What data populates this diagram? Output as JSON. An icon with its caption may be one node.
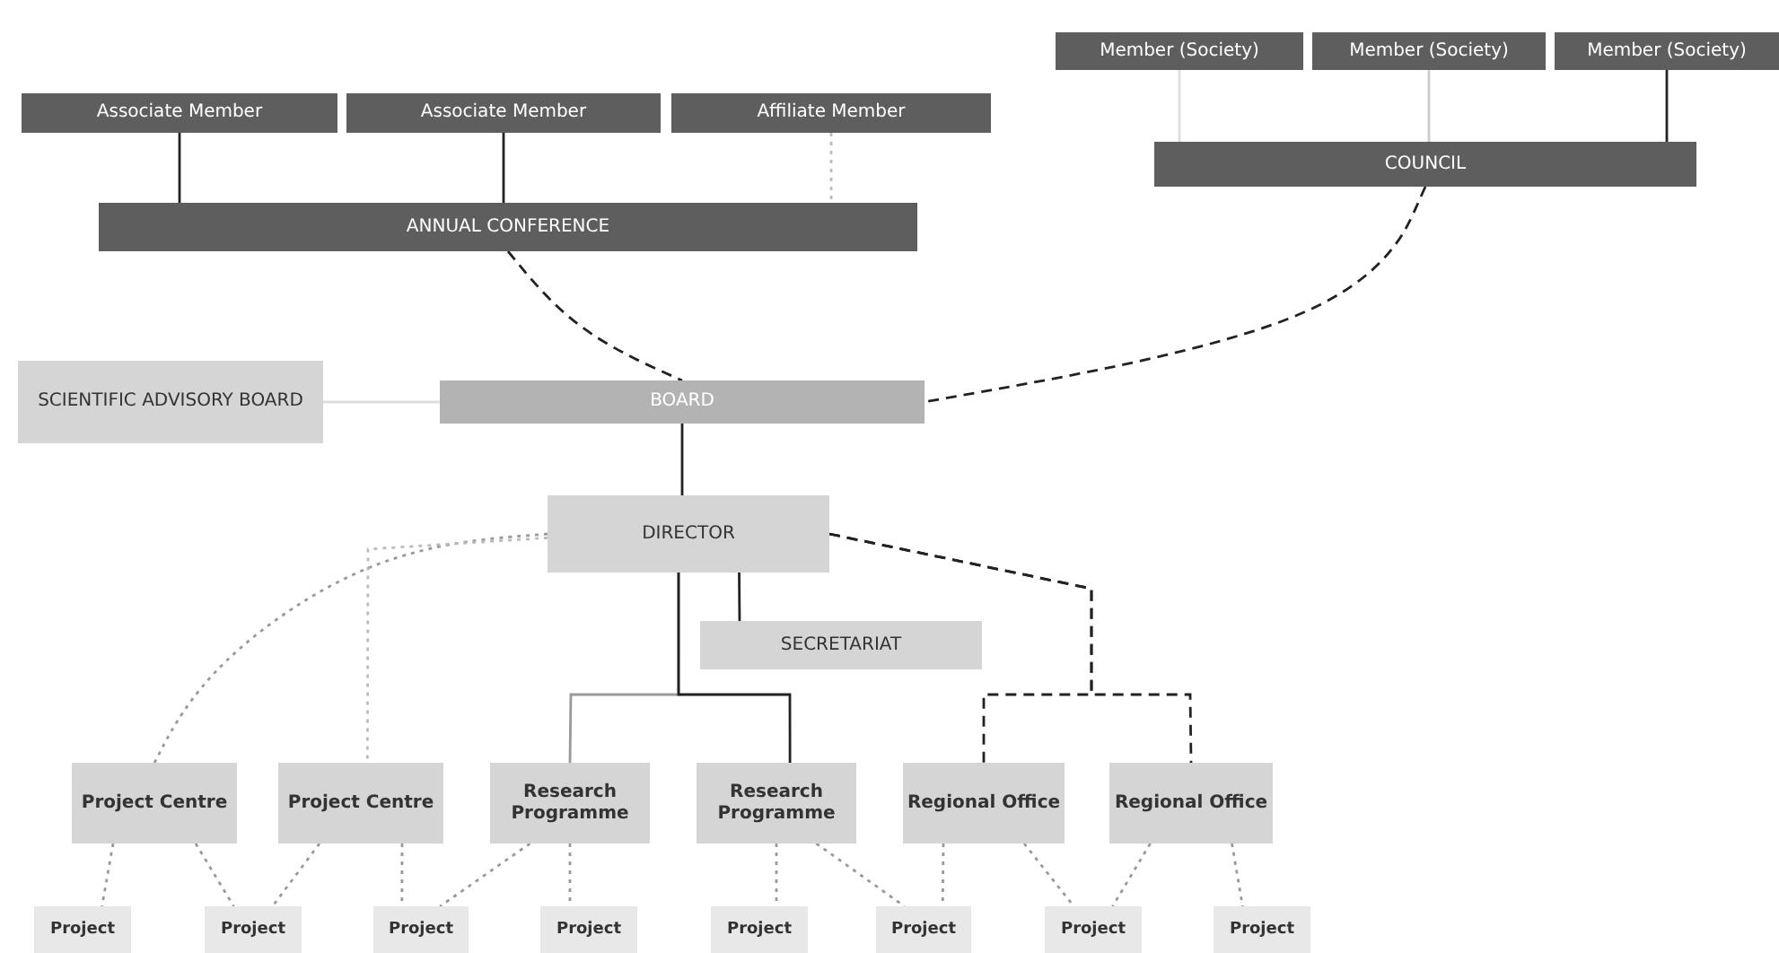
{
  "diagram": {
    "nodes": [
      {
        "text": [
          "Associate Member"
        ]
      },
      {
        "text": [
          "Associate Member"
        ]
      },
      {
        "text": [
          "Affiliate Member"
        ]
      },
      {
        "text": [
          "Member (Society)"
        ]
      },
      {
        "text": [
          "Member (Society)"
        ]
      },
      {
        "text": [
          "Member (Society)"
        ]
      },
      {
        "text": [
          "ANNUAL CONFERENCE"
        ]
      },
      {
        "text": [
          "COUNCIL"
        ]
      },
      {
        "text": [
          "SCIENTIFIC ADVISORY BOARD"
        ]
      },
      {
        "text": [
          "BOARD"
        ]
      },
      {
        "text": [
          "DIRECTOR"
        ]
      },
      {
        "text": [
          "SECRETARIAT"
        ]
      },
      {
        "text": [
          "Project Centre"
        ]
      },
      {
        "text": [
          "Project Centre"
        ]
      },
      {
        "text": [
          "Research Programme"
        ]
      },
      {
        "text": [
          "Research Programme"
        ]
      },
      {
        "text": [
          "Regional Office"
        ]
      },
      {
        "text": [
          "Regional Office"
        ]
      },
      {
        "text": [
          "Project"
        ]
      },
      {
        "text": [
          "Project"
        ]
      },
      {
        "text": [
          "Project"
        ]
      },
      {
        "text": [
          "Project"
        ]
      },
      {
        "text": [
          "Project"
        ]
      },
      {
        "text": [
          "Project"
        ]
      },
      {
        "text": [
          "Project"
        ]
      },
      {
        "text": [
          "Project"
        ]
      }
    ],
    "edges": [
      {
        "from": 0,
        "to": 6,
        "arrow": "none",
        "color": "#222222"
      },
      {
        "from": 1,
        "to": 6,
        "arrow": "none",
        "color": "#222222"
      },
      {
        "from": 2,
        "to": 6,
        "arrow": "none",
        "style": "dashed",
        "color": "#bbbbbb"
      },
      {
        "from": 3,
        "to": 7,
        "arrow": "none",
        "color": "#dddddd"
      },
      {
        "from": 4,
        "to": 7,
        "arrow": "none",
        "color": "#cccccc"
      },
      {
        "from": 5,
        "to": 7,
        "arrow": "none",
        "color": "#222222"
      },
      {
        "from": 6,
        "to": 9,
        "arrow": "none",
        "style": "dashed",
        "color": "#222222"
      },
      {
        "from": 7,
        "to": 9,
        "arrow": "none",
        "style": "dashed",
        "color": "#222222"
      },
      {
        "from": 8,
        "to": 9,
        "arrow": "none",
        "color": "#dddddd"
      },
      {
        "from": 9,
        "to": 10,
        "arrow": "none",
        "color": "#222222"
      },
      {
        "from": 10,
        "to": 11,
        "arrow": "none",
        "color": "#222222"
      },
      {
        "from": 10,
        "to": 12,
        "arrow": "none",
        "style": "dashed"
      },
      {
        "from": 10,
        "to": 13,
        "arrow": "none",
        "style": "dashed",
        "color": "#bbbbbb"
      },
      {
        "from": 10,
        "to": 14,
        "arrow": "none"
      },
      {
        "from": 10,
        "to": 15,
        "arrow": "none",
        "color": "#222222"
      },
      {
        "from": 10,
        "to": 16,
        "arrow": "none",
        "style": "dashed",
        "color": "#222222"
      },
      {
        "from": 10,
        "to": 17,
        "arrow": "none",
        "style": "dashed",
        "color": "#222222"
      },
      {
        "from": 12,
        "to": 18,
        "arrow": "none",
        "style": "dashed"
      },
      {
        "from": 12,
        "to": 19,
        "arrow": "none",
        "style": "dashed"
      },
      {
        "from": 13,
        "to": 19,
        "arrow": "none",
        "style": "dashed"
      },
      {
        "from": 13,
        "to": 20,
        "arrow": "none",
        "style": "dashed"
      },
      {
        "from": 14,
        "to": 20,
        "arrow": "none",
        "style": "dashed"
      },
      {
        "from": 14,
        "to": 21,
        "arrow": "none",
        "style": "dashed"
      },
      {
        "from": 15,
        "to": 22,
        "arrow": "none",
        "style": "dashed"
      },
      {
        "from": 15,
        "to": 23,
        "arrow": "none",
        "style": "dashed"
      },
      {
        "from": 16,
        "to": 23,
        "arrow": "none",
        "style": "dashed"
      },
      {
        "from": 16,
        "to": 24,
        "arrow": "none",
        "style": "dashed"
      },
      {
        "from": 17,
        "to": 24,
        "arrow": "none",
        "style": "dashed"
      },
      {
        "from": 17,
        "to": 25,
        "arrow": "none",
        "style": "dashed"
      }
    ]
  }
}
